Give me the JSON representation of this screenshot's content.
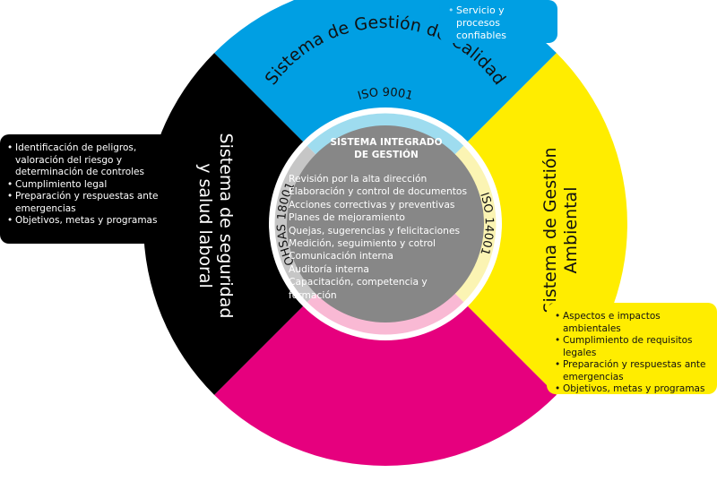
{
  "center": {
    "title_line1": "SISTEMA INTEGRADO",
    "title_line2": "DE GESTIÓN",
    "items": [
      "Revisión por la alta dirección",
      "Elaboración y control de documentos",
      "Acciones correctivas y preventivas",
      "Planes de mejoramiento",
      "Quejas, sugerencias y felicitaciones",
      "Medición, seguimiento y cotrol",
      "Comunicación interna",
      "Auditoría interna",
      "Capacitación, competencia y formación"
    ]
  },
  "standards": {
    "top": "ISO 9001",
    "left": "OHSAS 18001",
    "right": "ISO 14001"
  },
  "systems": {
    "calidad": "Sistema de Gestión de Calidad",
    "seguridad_line1": "Sistema de seguridad",
    "seguridad_line2": "y salud laboral",
    "ambiental_line1": "Sistema de Gestión",
    "ambiental_line2": "Ambiental"
  },
  "boxes": {
    "calidad": [
      "Servicio y procesos confiables"
    ],
    "seguridad": [
      "Identificación de peligros, valoración del riesgo y determinación de controles",
      "Cumplimiento legal",
      "Preparación y respuestas ante emergencias",
      "Objetivos, metas y programas"
    ],
    "ambiental": [
      "Aspectos e impactos ambientales",
      "Cumplimiento de requisitos legales",
      "Preparación y respuestas ante emergencias",
      "Objetivos, metas y programas"
    ]
  },
  "colors": {
    "blue": "#009fe3",
    "yellow": "#ffed00",
    "magenta": "#e6007e",
    "black": "#000000",
    "light_blue": "#9edcef",
    "light_yellow": "#fbf4b3",
    "light_pink": "#f9b9d4",
    "light_gray": "#c6c6c6",
    "center_gray": "#878787"
  }
}
